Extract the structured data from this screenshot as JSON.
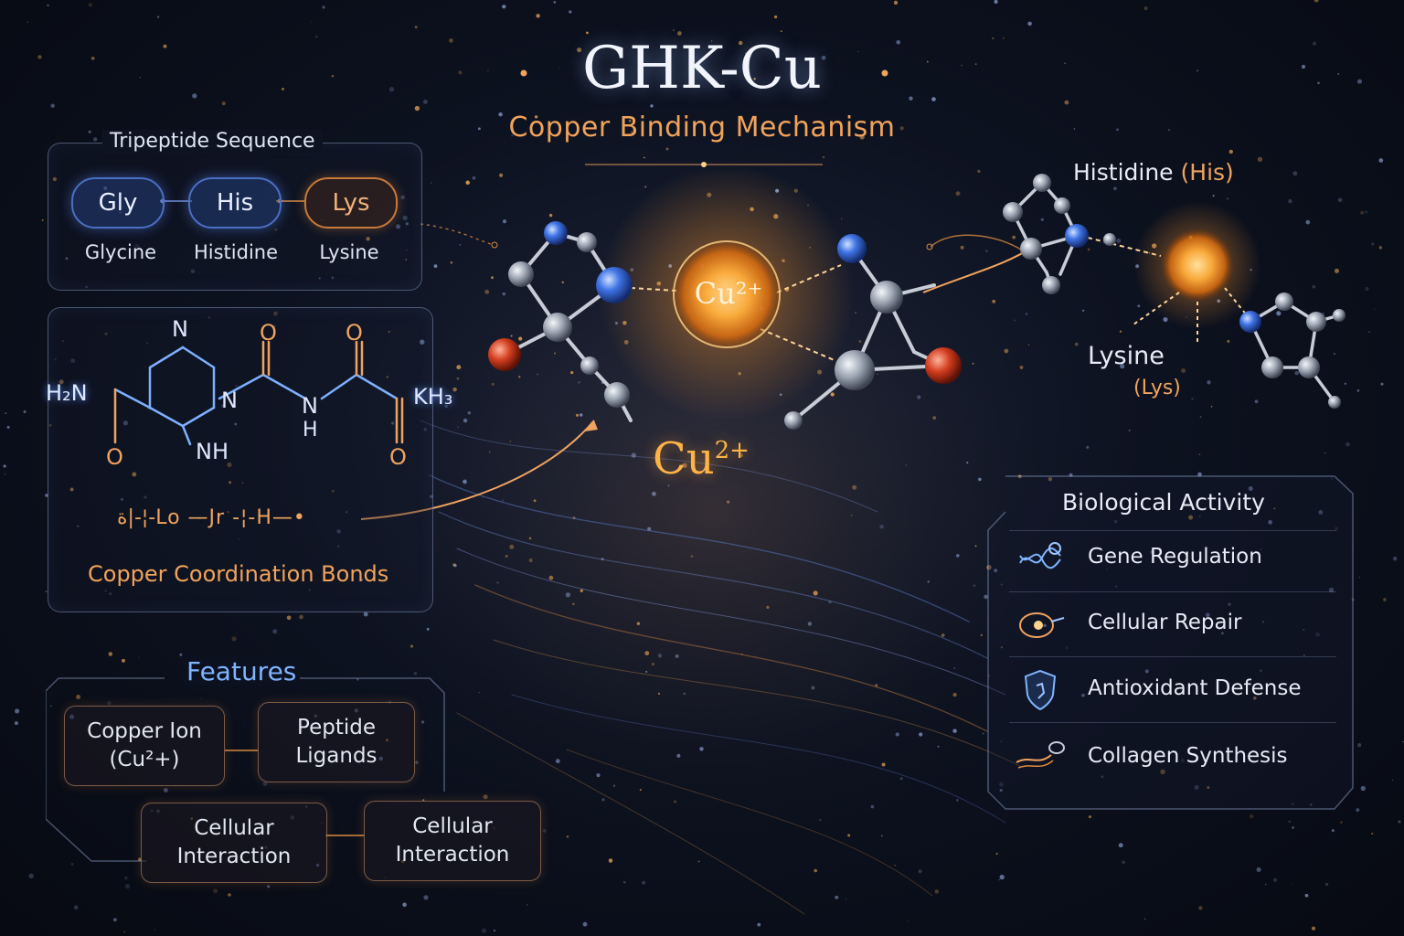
{
  "header": {
    "title": "GHK-Cu",
    "subtitle": "Copper Binding Mechanism"
  },
  "tripeptide": {
    "title": "Tripeptide Sequence",
    "residues": [
      {
        "code": "Gly",
        "name": "Glycine"
      },
      {
        "code": "His",
        "name": "Histidine"
      },
      {
        "code": "Lys",
        "name": "Lysine"
      }
    ]
  },
  "structure": {
    "atoms": {
      "h2n": "H₂N",
      "n_ring": "N",
      "n_ring2": "N",
      "nh": "NH",
      "n_amide": "N",
      "h_amide": "H",
      "kh3": "KH₃",
      "o1": "O",
      "o2": "O",
      "o3": "O",
      "o4": "O"
    },
    "bond_glyphs": "ة|-¦-Lo —Jr -¦-H—•",
    "caption": "Copper Coordination Bonds"
  },
  "center": {
    "cu_label_sphere": "Cu²⁺",
    "cu_label_big": "Cu",
    "cu_label_big_sup": "2+"
  },
  "right_molecule": {
    "histidine_label": "Histidine",
    "histidine_abbr": "(His)",
    "lysine_label": "Lysine",
    "lysine_abbr": "(Lys)"
  },
  "features": {
    "title": "Features",
    "boxes": [
      "Copper Ion\n(Cu²+)",
      "Peptide\nLigands",
      "Cellular\nInteraction",
      "Cellular\nInteraction"
    ]
  },
  "biological_activity": {
    "title": "Biological Activity",
    "items": [
      {
        "label": "Gene Regulation",
        "icon": "dna-icon"
      },
      {
        "label": "Cellular Repair",
        "icon": "cell-repair-icon"
      },
      {
        "label": "Antioxidant Defense",
        "icon": "shield-icon"
      },
      {
        "label": "Collagen Synthesis",
        "icon": "collagen-fiber-icon"
      }
    ]
  },
  "colors": {
    "accent_orange": "#f0a35e",
    "copper_glow": "#ffb347",
    "nitrogen_blue": "#3a6fe0",
    "oxygen_red": "#c7321e",
    "carbon_grey": "#9aa3b2",
    "background": "#0a0e18"
  }
}
